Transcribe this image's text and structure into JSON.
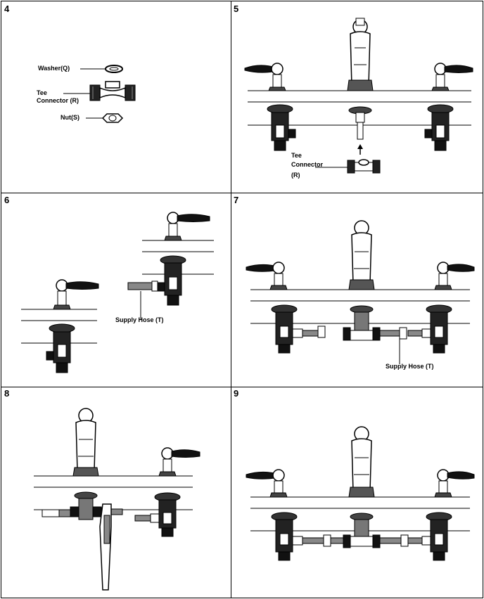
{
  "steps": [
    {
      "number": "4",
      "labels": {
        "washer": "Washer(Q)",
        "tee_line1": "Tee",
        "tee_line2": "Connector (R)",
        "nut": "Nut(S)"
      }
    },
    {
      "number": "5",
      "labels": {
        "tee_line1": "Tee",
        "tee_line2": "Connector",
        "tee_line3": "(R)"
      }
    },
    {
      "number": "6",
      "labels": {
        "hose": "Supply Hose (T)"
      }
    },
    {
      "number": "7",
      "labels": {
        "hose": "Supply Hose (T)"
      }
    },
    {
      "number": "8"
    },
    {
      "number": "9"
    }
  ],
  "colors": {
    "ink": "#000000",
    "paper": "#ffffff",
    "metal_dark": "#1a1a1a",
    "metal_mid": "#8a8a8a"
  }
}
